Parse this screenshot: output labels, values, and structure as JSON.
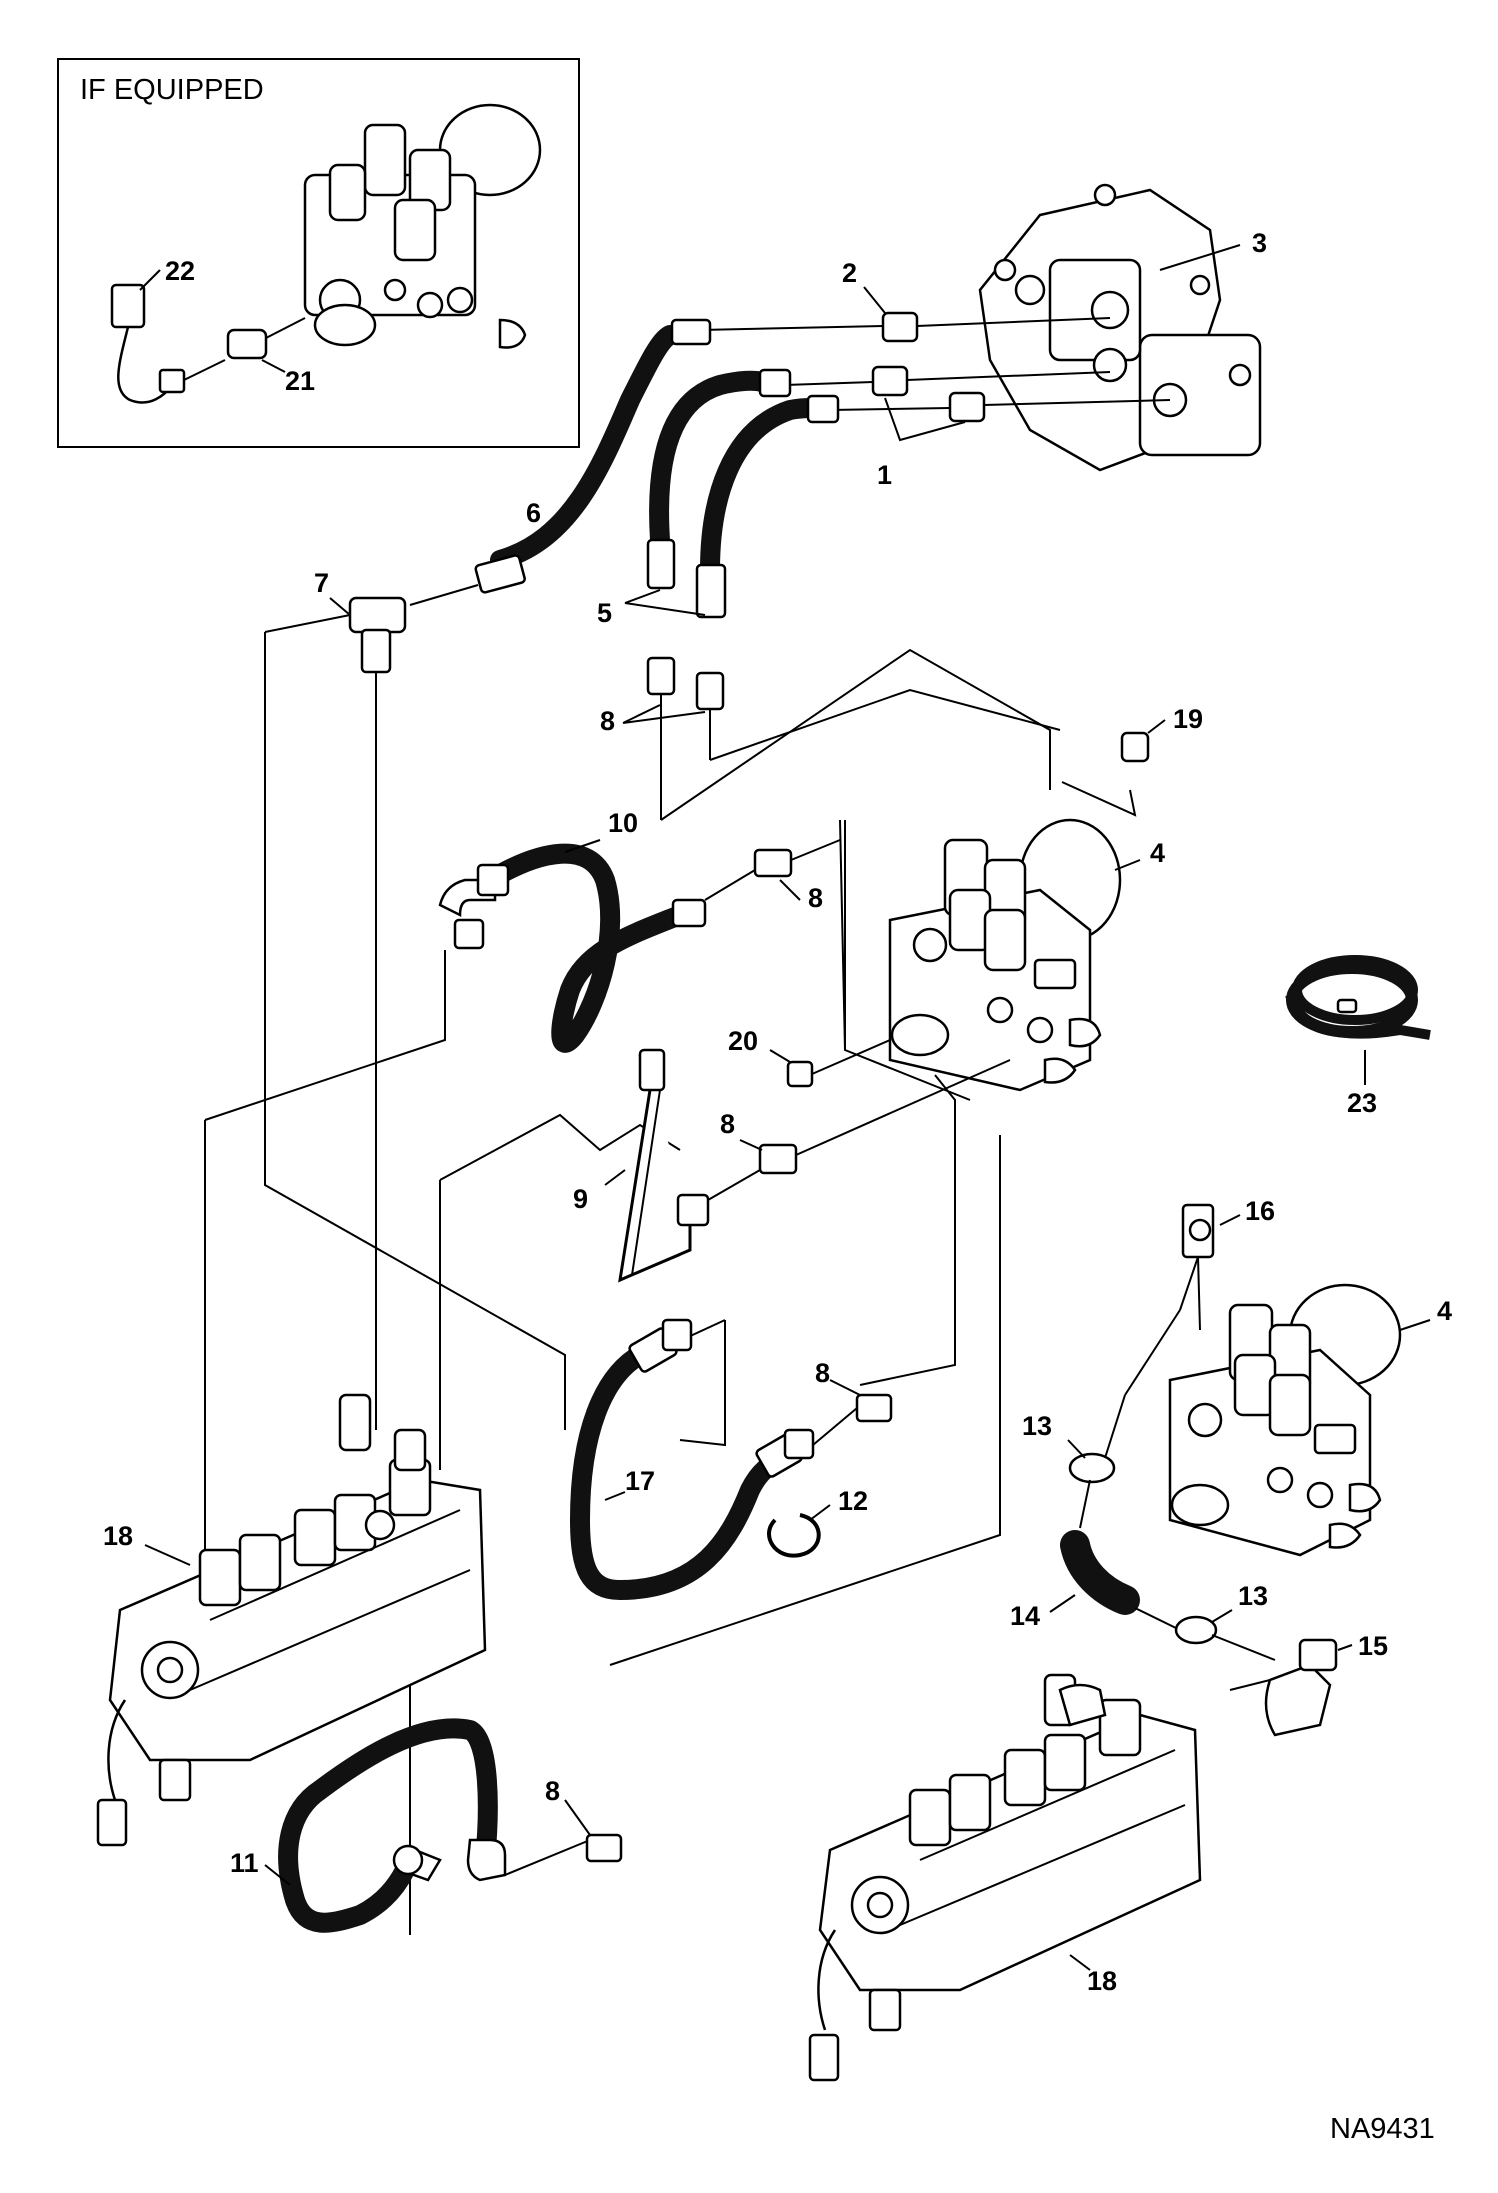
{
  "inset": {
    "title": "IF EQUIPPED"
  },
  "callouts": {
    "c1": "1",
    "c2": "2",
    "c3": "3",
    "c4a": "4",
    "c4b": "4",
    "c5": "5",
    "c6": "6",
    "c7": "7",
    "c8a": "8",
    "c8b": "8",
    "c8c": "8",
    "c8d": "8",
    "c8e": "8",
    "c9": "9",
    "c10": "10",
    "c11": "11",
    "c12": "12",
    "c13a": "13",
    "c13b": "13",
    "c14": "14",
    "c15": "15",
    "c16": "16",
    "c17": "17",
    "c18a": "18",
    "c18b": "18",
    "c19": "19",
    "c20": "20",
    "c21": "21",
    "c22": "22",
    "c23": "23"
  },
  "figure_code": "NA9431"
}
